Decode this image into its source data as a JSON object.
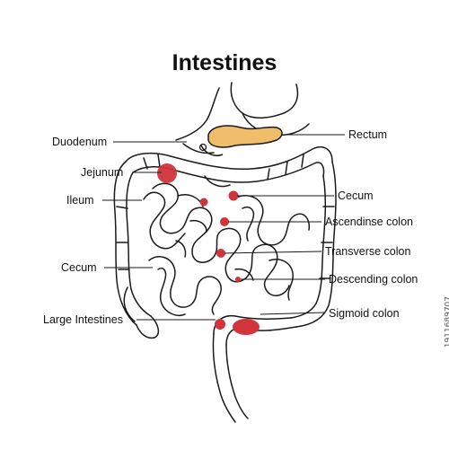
{
  "title": "Intestines",
  "labels_left": {
    "duodenum": "Duodenum",
    "jejunum": "Jejunum",
    "ileum": "Ileum",
    "cecum": "Cecum",
    "large_intestines": "Large Intestines"
  },
  "labels_right": {
    "rectum": "Rectum",
    "cecum": "Cecum",
    "ascending_colon": "Ascendinse colon",
    "transverse_colon": "Transverse colon",
    "descending_colon": "Desсending colon",
    "sigmoid_colon": "Sigmoid colon"
  },
  "colors": {
    "marker": "#d1343b",
    "pancreas": "#f0bd6a",
    "line": "#1a1a1a"
  },
  "watermark": "1911689707"
}
